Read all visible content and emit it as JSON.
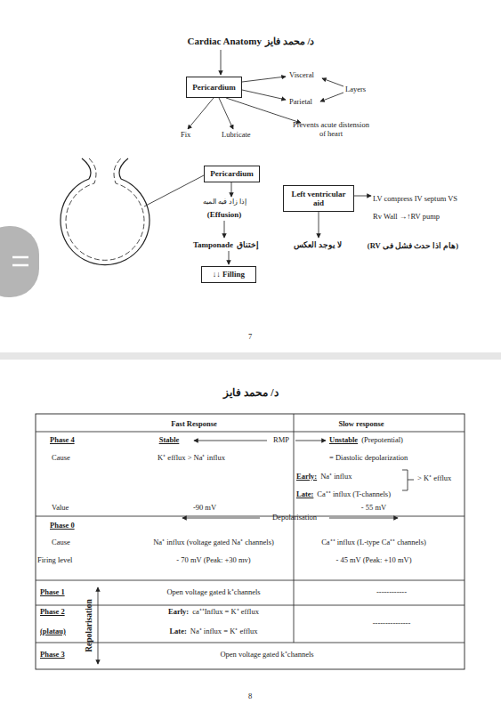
{
  "diagram": {
    "title": "Cardiac Anatomy",
    "nodes": [
      {
        "text": [
          "Pericardium"
        ]
      },
      {
        "text": [
          "Pericardium"
        ]
      },
      {
        "text": [
          "Left ventricular aid"
        ]
      },
      {
        "text": [
          "↓↓ Filling"
        ]
      }
    ],
    "labels": [
      "د/ محمد فايز",
      "Visceral",
      "Parietal",
      "Layers",
      "Fix",
      "Lubricate",
      "Prevents acute distension of heart",
      "إذا زاد فيه الميه",
      "(Effusion)",
      "Tamponade",
      "إختناق",
      "LV compress IV septum VS Rv Wall →↑RV pump",
      "لا يوجد العكس",
      "(هام اذا حدث فشل فى RV)",
      "7",
      "د/ محمد فايز",
      "Fast Response",
      "Slow response",
      "Phase 4",
      "Stable",
      "RMP",
      "Unstable",
      "(Prepotential)",
      "Cause",
      "K⁺ efflux > Na⁺ influx",
      "= Diastolic depolarization",
      "Early:",
      "Na⁺ influx",
      "> K⁺ efflux",
      "Late:",
      "Ca⁺⁺ influx (T-channels)",
      "Value",
      "-90 mV",
      "- 55 mV",
      "Phase 0",
      "Depolarisation",
      "Cause",
      "Na⁺ influx (voltage gated Na⁺ channels)",
      "Ca⁺⁺ influx (L-type Ca⁺⁺ channels)",
      "Firing level",
      "- 70 mV (Peak: +30 mv)",
      "- 45 mV (Peak: +10 mV)",
      "Phase 1",
      "Open voltage gated k⁺channels",
      "------------",
      "Phase 2",
      "(platau)",
      "Early:",
      "ca⁺⁺Influx = K⁺ efflux",
      "Late:",
      "Na⁺ influx = K⁺ efflux",
      "---------------",
      "Repolarisation",
      "Phase 3",
      "Open voltage gated k⁺channels",
      "8"
    ]
  }
}
